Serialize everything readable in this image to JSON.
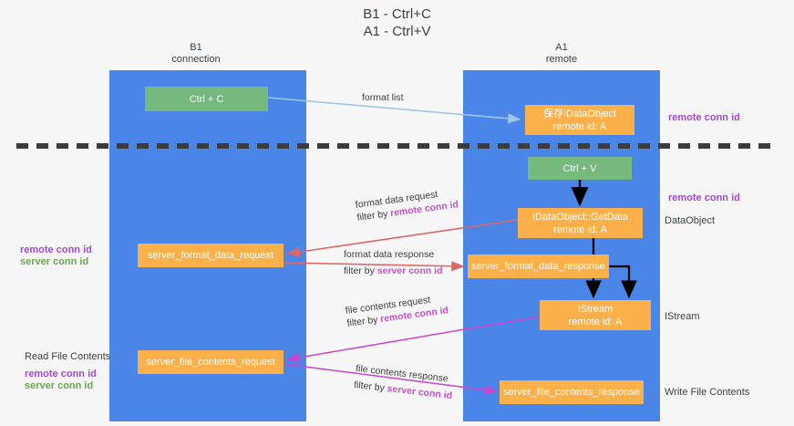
{
  "title": {
    "line1": "B1 - Ctrl+C",
    "line2": "A1 - Ctrl+V"
  },
  "columns": {
    "left": {
      "name": "B1",
      "role": "connection"
    },
    "right": {
      "name": "A1",
      "role": "remote"
    }
  },
  "nodes": {
    "ctrl_c": {
      "label": "Ctrl + C",
      "color": "#76b97e"
    },
    "idataobject_saved": {
      "line1": "保存IDataObject",
      "line2": "remote id: A",
      "color": "#fbb049"
    },
    "ctrl_v": {
      "label": "Ctrl + V",
      "color": "#76b97e"
    },
    "getdata": {
      "line1": "IDataObject::GetData",
      "line2": "remote id: A",
      "color": "#fbb049"
    },
    "server_format_data_request": {
      "label": "server_format_data_request",
      "color": "#fbb049"
    },
    "server_format_data_response": {
      "label": "server_format_data_response",
      "color": "#fbb049"
    },
    "istream": {
      "line1": "IStream",
      "line2": "remote id: A",
      "color": "#fbb049"
    },
    "server_file_contents_request": {
      "label": "server_file_contents_request",
      "color": "#fbb049"
    },
    "server_file_contents_response": {
      "label": "server_file_contents_response",
      "color": "#fbb049"
    }
  },
  "edge_labels": {
    "format_list": "format list",
    "format_data_request": {
      "line1": "format data request",
      "prefix": "filter by ",
      "highlight": "remote conn id"
    },
    "format_data_response": {
      "line1": "format data response",
      "prefix": "filter by ",
      "highlight": "server conn id"
    },
    "file_contents_request": {
      "line1": "file contents request",
      "prefix": "filter by ",
      "highlight": "remote conn id"
    },
    "file_contents_response": {
      "line1": "file contents response",
      "prefix": "filter by ",
      "highlight": "server conn id"
    }
  },
  "annotations": {
    "right_remote_conn_id_1": "remote conn id",
    "right_remote_conn_id_2": "remote conn id",
    "dataobject": "DataObject",
    "istream": "IStream",
    "write_file_contents": "Write File Contents",
    "left_remote_conn_id_1": "remote conn id",
    "left_server_conn_id_1": "server conn id",
    "read_file_contents": "Read File Contents",
    "left_remote_conn_id_2": "remote conn id",
    "left_server_conn_id_2": "server conn id"
  },
  "colors": {
    "lane": "#4a86e8",
    "green_node": "#76b97e",
    "orange_node": "#fbb049",
    "purple_text": "#a44bd1",
    "green_text": "#6aa84f",
    "magenta_highlight": "#c552c5",
    "blue_arrow": "#9fc5e8",
    "red_arrow": "#e06666",
    "black_arrow": "#000000",
    "magenta_arrow": "#cc44cc",
    "background": "#f7f7f7",
    "separator": "#3c3c3c"
  }
}
